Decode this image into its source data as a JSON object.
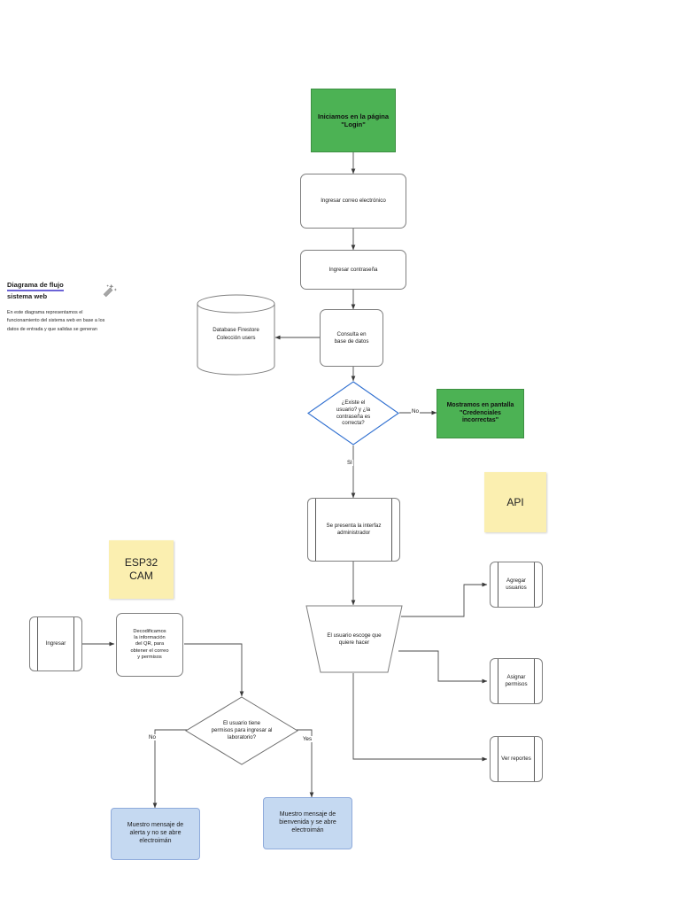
{
  "document": {
    "title_line1": "Diagrama de flujo",
    "title_line2": "sistema web",
    "description": "En este diagrama representamos el funcionamiento del sistema web en base a los datos de entrada y que salidas se generan",
    "cursor_icon": "magic-wand-icon"
  },
  "colors": {
    "green_terminator": "#4cb254",
    "blue_process": "#c5d9f1",
    "yellow_note": "#fbefb0",
    "diamond_stroke_blue": "#2f6fd0",
    "diamond_stroke_gray": "#6e6e6e",
    "shape_stroke": "#7f7f7f",
    "connector": "#4a4a4a",
    "title_underline": "#6b63d6"
  },
  "nodes": {
    "start_login": "Iniciamos en la página\n\"Login\"",
    "enter_email": "Ingresar correo electrónico",
    "enter_password": "Ingresar contraseña",
    "db_query": "Consulta en\nbase de datos",
    "database": "Database Firestore\nColección users",
    "decision_credentials": "¿Existe el\nusuario? y ¿la\ncontraseña es\ncorrecta?",
    "credentials_error": "Mostramos en pantalla\n\"Credenciales\nincorrectas\"",
    "admin_interface": "Se presenta la interfaz\nadministrador",
    "user_choice": "El usuario escoge que\nquiere hacer",
    "add_users": "Agregar\nusuarios",
    "assign_permissions": "Asignar\npermisos",
    "view_reports": "Ver reportes",
    "note_api": "API",
    "note_esp32": "ESP32\nCAM",
    "enter_node": "Ingresar",
    "decode_qr": "Decodificamos\nla información\ndel QR, para\nobtener el correo\ny permisos",
    "decision_lab_permission": "El usuario tiene\npermisos para ingresar al\nlaboratorio?",
    "alert_message": "Muestro mensaje de\nalerta y no se abre\nelectroimán",
    "welcome_message": "Muestro mensaje de\nbienvenida y se abre\nelectroimán"
  },
  "edge_labels": {
    "credentials_no": "No",
    "credentials_si": "SI",
    "lab_no": "No",
    "lab_yes": "Yes"
  },
  "diagram": {
    "type": "flowchart",
    "flow": [
      "Iniciamos en la página \"Login\"",
      "Ingresar correo electrónico",
      "Ingresar contraseña",
      "Consulta en base de datos",
      "¿Existe el usuario? y ¿la contraseña es correcta?",
      "Se presenta la interfaz administrador",
      "El usuario escoge que quiere hacer"
    ]
  }
}
